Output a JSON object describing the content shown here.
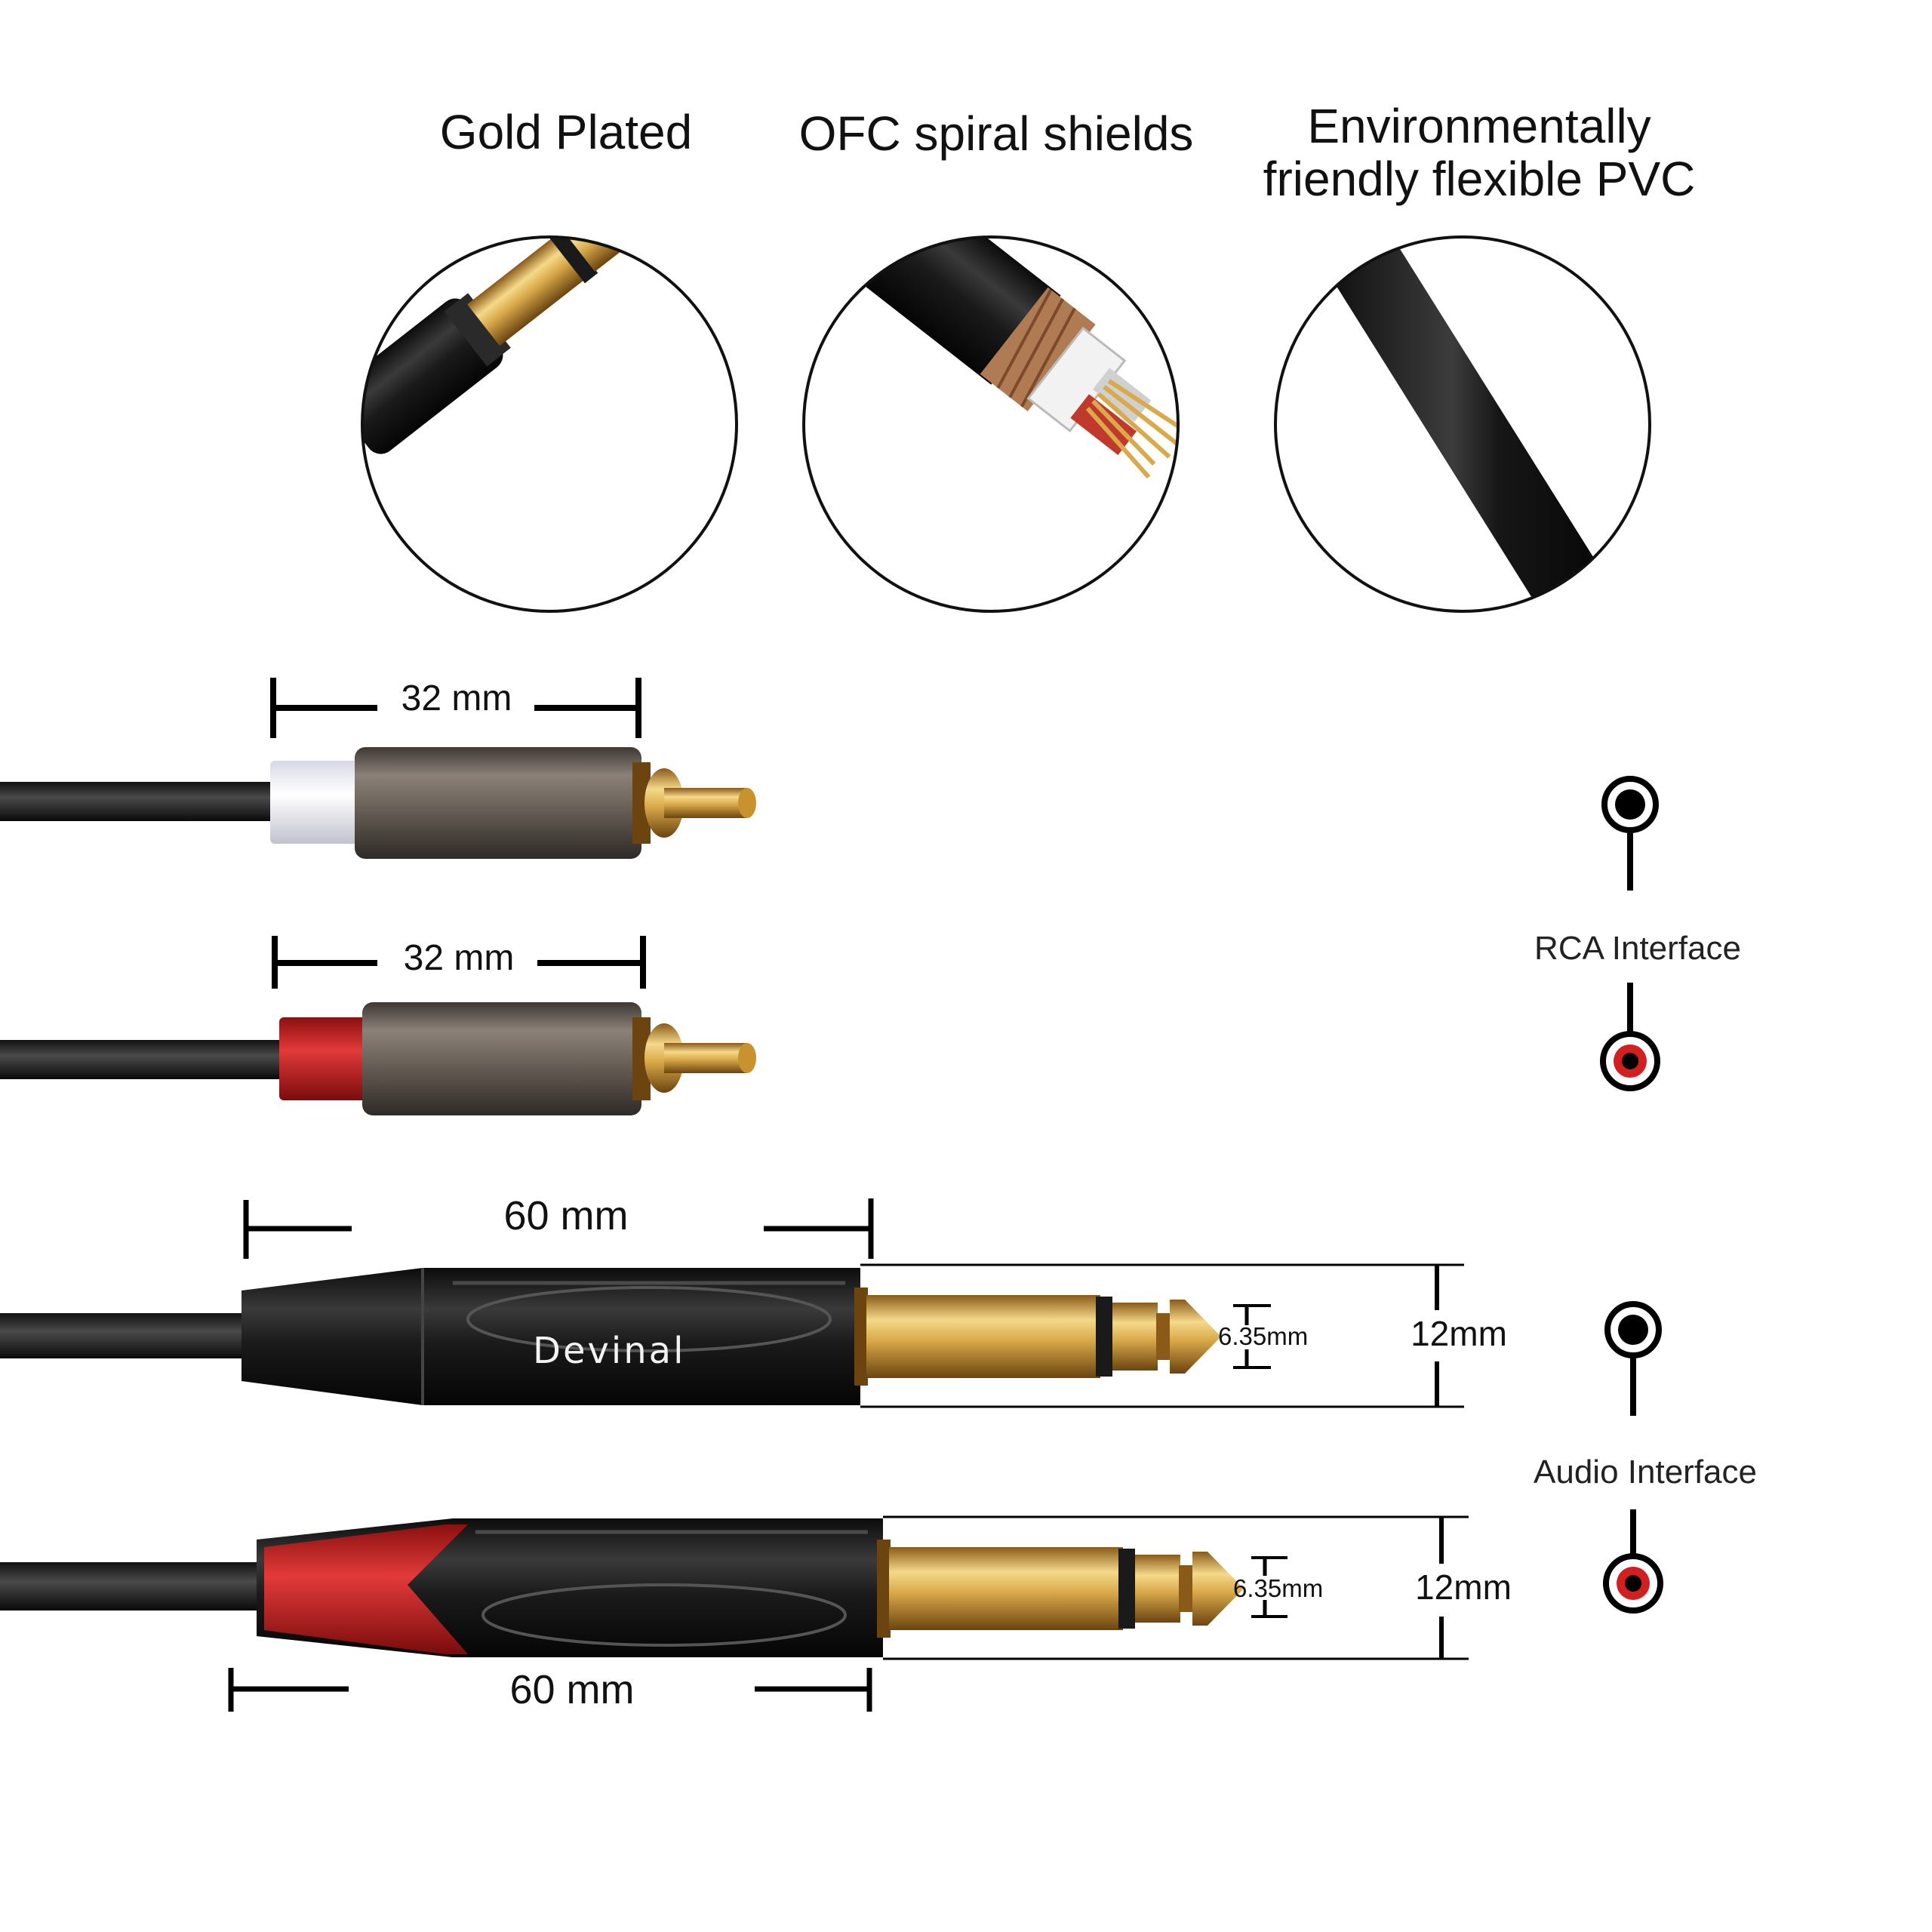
{
  "features": [
    {
      "title": "Gold Plated"
    },
    {
      "title": "OFC spiral shields"
    },
    {
      "title_line1": "Environmentally",
      "title_line2": "friendly flexible PVC"
    }
  ],
  "rca": {
    "top_dim": "32 mm",
    "bottom_dim": "32 mm",
    "interface_label": "RCA Interface"
  },
  "jack": {
    "brand": "Devinal",
    "top_length": "60 mm",
    "bottom_length": "60 mm",
    "top_tip_dia": "6.35mm",
    "bottom_tip_dia": "6.35mm",
    "top_body_dia": "12mm",
    "bottom_body_dia": "12mm",
    "interface_label": "Audio Interface"
  },
  "colors": {
    "gold": "#d9a94a",
    "red": "#d21f1f",
    "dark": "#1c1c1c",
    "gunmetal": "#6e655c"
  }
}
